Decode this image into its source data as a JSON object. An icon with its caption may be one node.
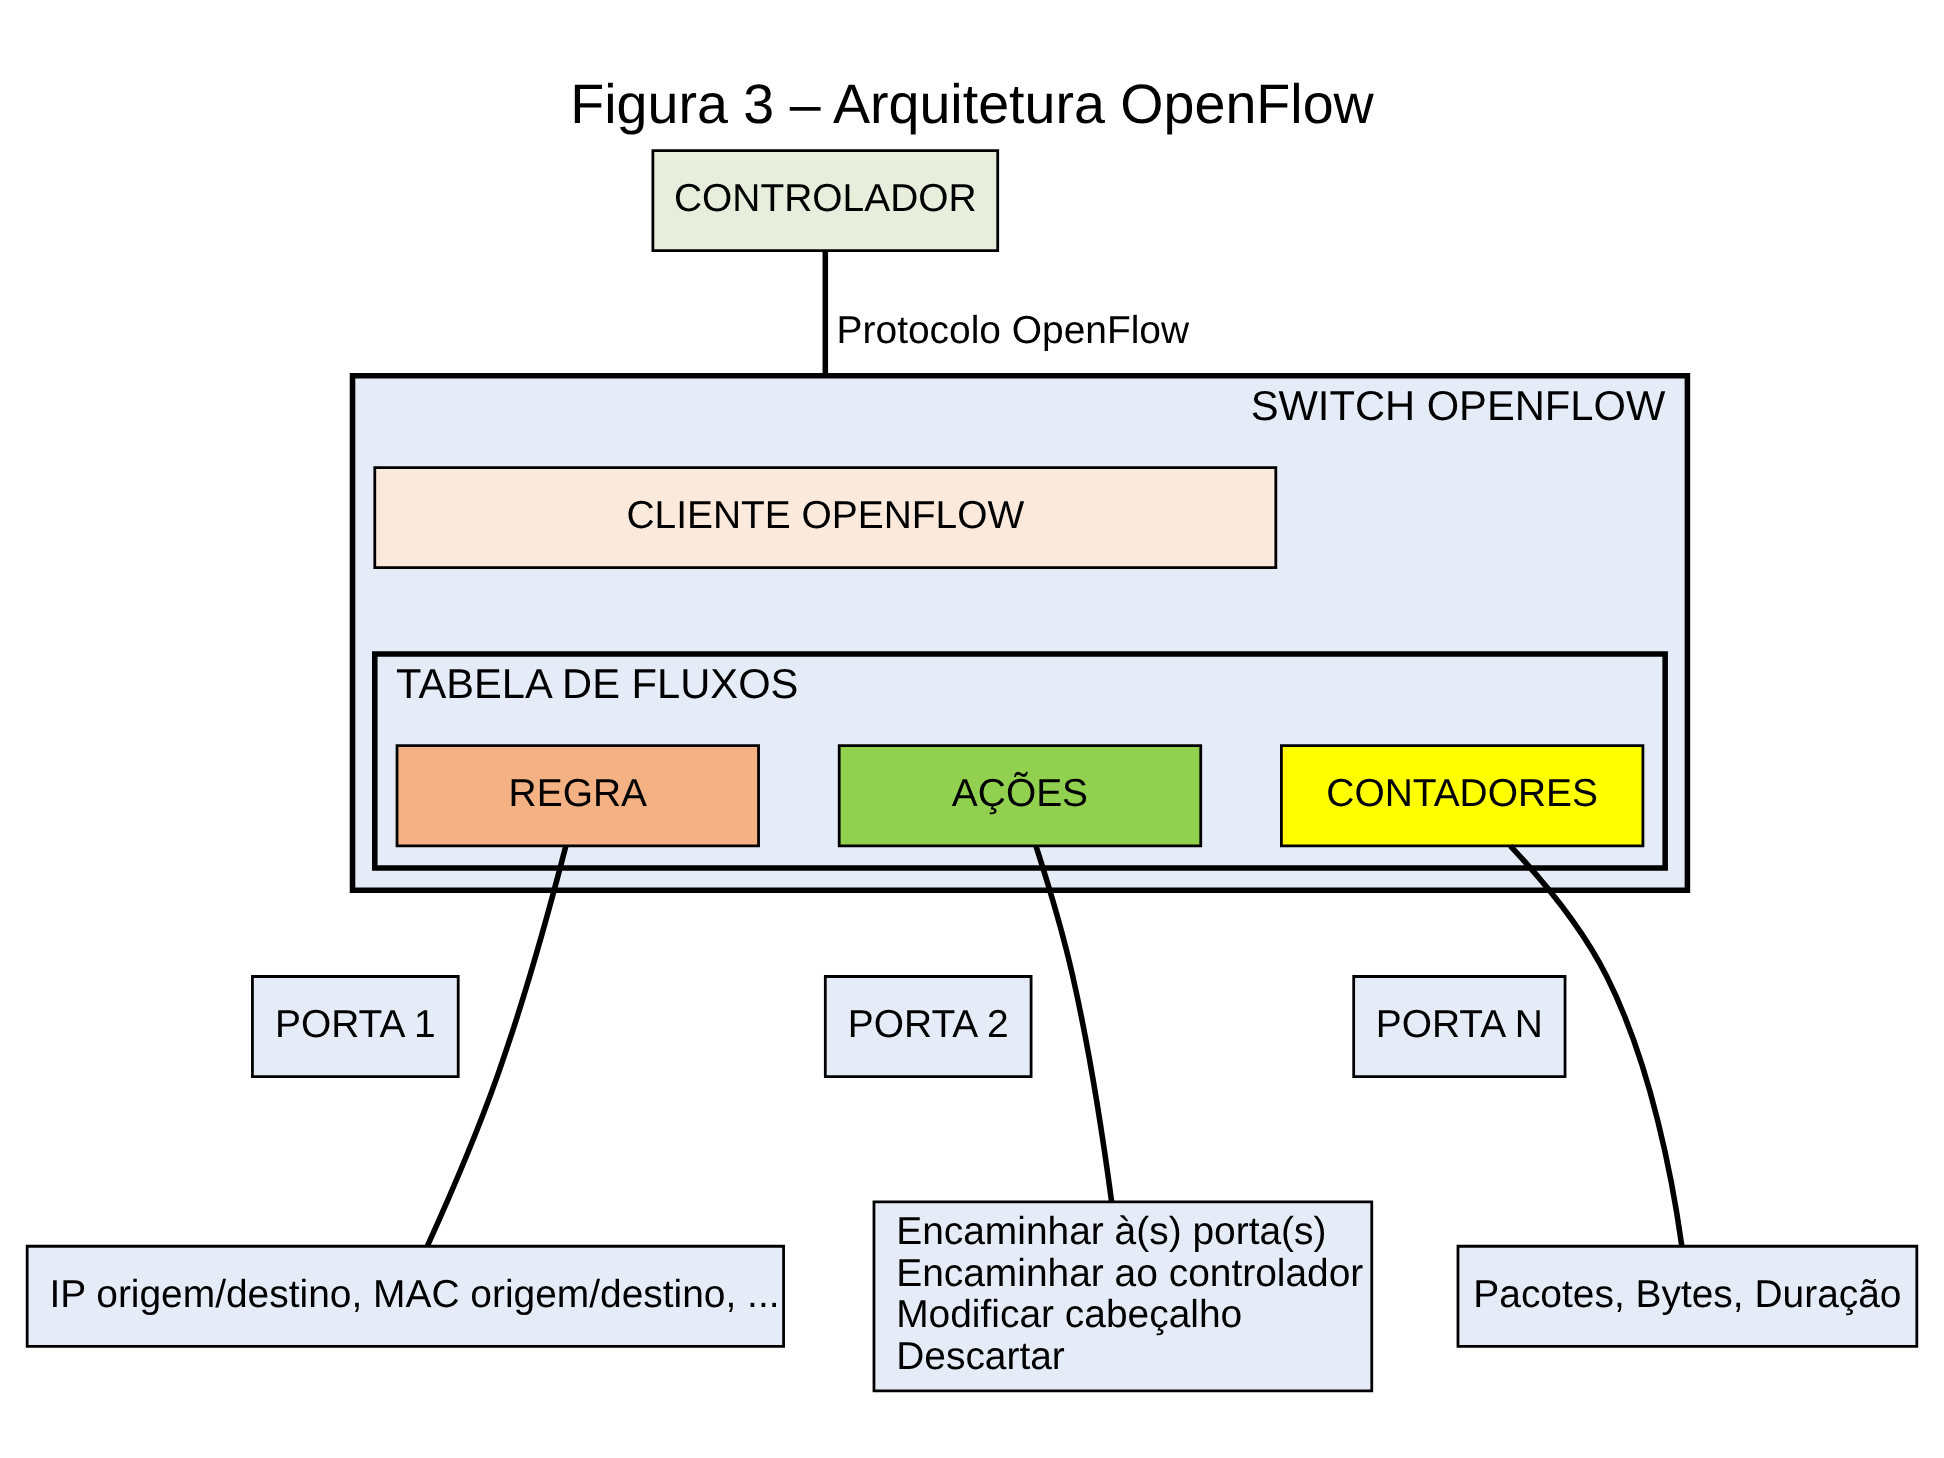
{
  "diagram": {
    "title": "Figura 3 – Arquitetura OpenFlow",
    "nodes": [
      {
        "text": [
          "CONTROLADOR"
        ]
      },
      {
        "text": [
          "SWITCH OPENFLOW"
        ]
      },
      {
        "text": [
          "CLIENTE OPENFLOW"
        ],
        "in": 1
      },
      {
        "text": [
          "TABELA DE FLUXOS"
        ],
        "in": 1
      },
      {
        "text": [
          "REGRA"
        ],
        "in": 3
      },
      {
        "text": [
          "AÇÕES"
        ],
        "in": 3
      },
      {
        "text": [
          "CONTADORES"
        ],
        "in": 3
      },
      {
        "text": [
          "PORTA 1"
        ]
      },
      {
        "text": [
          "PORTA 2"
        ]
      },
      {
        "text": [
          "PORTA N"
        ]
      },
      {
        "text": [
          "IP origem/destino, MAC origem/destino, ..."
        ]
      },
      {
        "text": [
          "Encaminhar à(s) porta(s)",
          "Encaminhar ao controlador",
          "Modificar cabeçalho",
          "Descartar"
        ]
      },
      {
        "text": [
          "Pacotes, Bytes, Duração"
        ]
      }
    ],
    "edges": [
      {
        "from": 0,
        "to": 1,
        "arrow": "none",
        "label": "Protocolo OpenFlow"
      },
      {
        "from": 4,
        "to": 10,
        "arrow": "none"
      },
      {
        "from": 5,
        "to": 11,
        "arrow": "none"
      },
      {
        "from": 6,
        "to": 12,
        "arrow": "none"
      }
    ]
  }
}
